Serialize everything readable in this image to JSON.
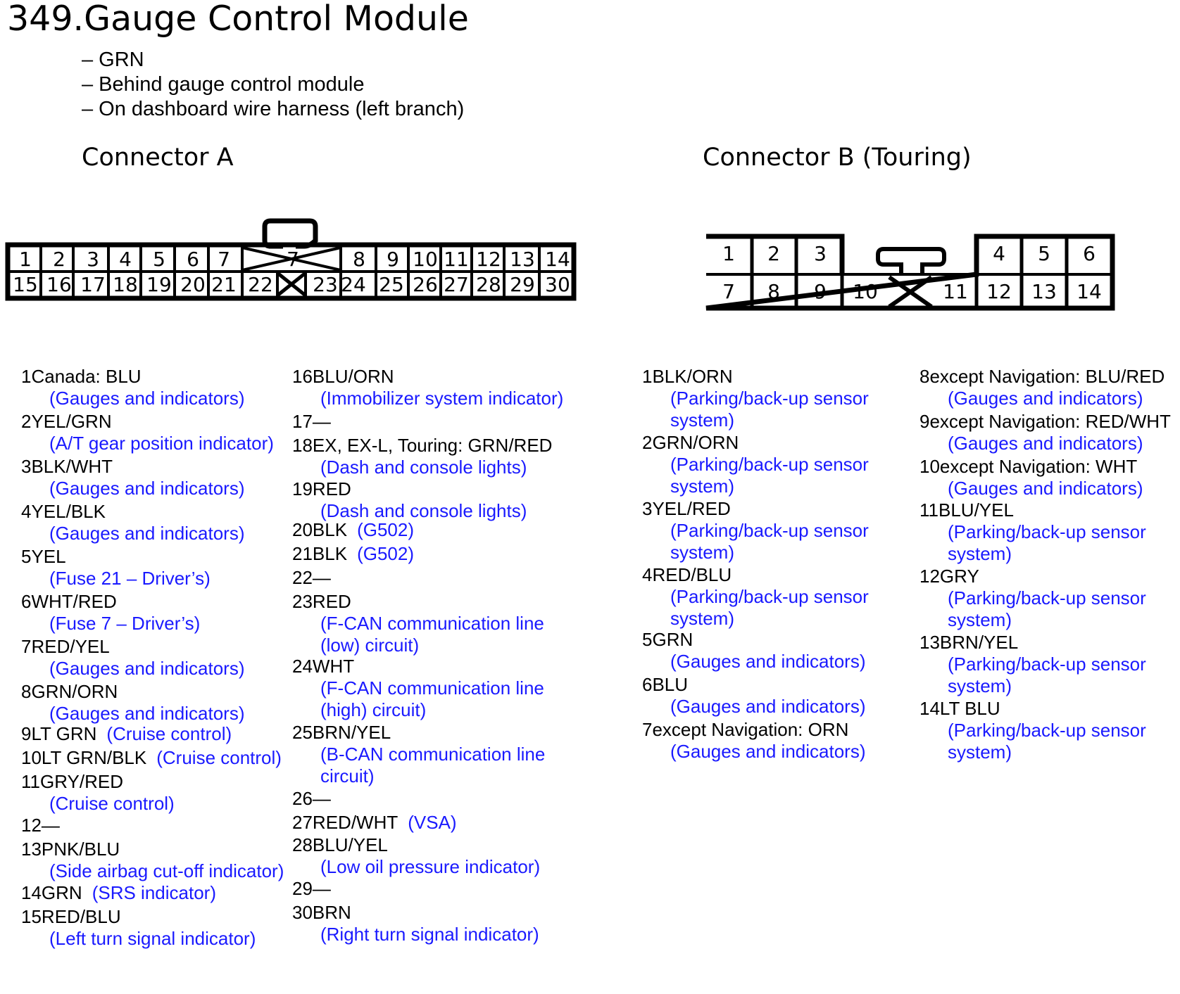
{
  "title": "349.Gauge Control Module",
  "notes": [
    "– GRN",
    "– Behind gauge control module",
    "– On dashboard wire harness (left branch)"
  ],
  "connector_a": {
    "title": "Connector A",
    "top_labels": [
      "1",
      "2",
      "3",
      "4",
      "5",
      "6",
      "7",
      "7",
      "8",
      "9",
      "10",
      "11",
      "12",
      "13",
      "14"
    ],
    "bottom_labels": [
      "15",
      "16",
      "17",
      "18",
      "19",
      "20",
      "21",
      "22",
      "23",
      "24",
      "25",
      "26",
      "27",
      "28",
      "29",
      "30"
    ]
  },
  "connector_b": {
    "title": "Connector B (Touring)",
    "top_labels": [
      "1",
      "2",
      "3",
      "4",
      "5",
      "6"
    ],
    "bottom_labels": [
      "7",
      "8",
      "9",
      "10",
      "11",
      "12",
      "13",
      "14"
    ]
  },
  "colors": {
    "description": "#1a1aff",
    "text": "#000000"
  },
  "columns": [
    [
      {
        "pin": "1",
        "wire": "Canada: BLU",
        "desc": "(Gauges and indicators)"
      },
      {
        "pin": "2",
        "wire": "YEL/GRN",
        "desc": "(A/T gear position indicator)"
      },
      {
        "pin": "3",
        "wire": "BLK/WHT",
        "desc": "(Gauges and indicators)"
      },
      {
        "pin": "4",
        "wire": "YEL/BLK",
        "desc": "(Gauges and indicators)"
      },
      {
        "pin": "5",
        "wire": "YEL",
        "desc": "(Fuse 21 – Driver’s)"
      },
      {
        "pin": "6",
        "wire": "WHT/RED",
        "desc": "(Fuse 7 – Driver’s)"
      },
      {
        "pin": "7",
        "wire": "RED/YEL",
        "desc": "(Gauges and indicators)"
      },
      {
        "pin": "8",
        "wire": "GRN/ORN",
        "desc": "(Gauges and indicators)"
      },
      {
        "pin": "9",
        "wire": "LT GRN",
        "desc": "(Cruise control)",
        "inline": true
      },
      {
        "pin": "10",
        "wire": "LT GRN/BLK",
        "desc": "(Cruise control)",
        "inline": true
      },
      {
        "pin": "11",
        "wire": "GRY/RED",
        "desc": "(Cruise control)"
      },
      {
        "pin": "12",
        "wire": "—",
        "desc": ""
      },
      {
        "pin": "13",
        "wire": "PNK/BLU",
        "desc": "(Side airbag cut-off indicator)"
      },
      {
        "pin": "14",
        "wire": "GRN",
        "desc": "(SRS indicator)",
        "inline": true
      },
      {
        "pin": "15",
        "wire": "RED/BLU",
        "desc": "(Left turn signal indicator)"
      }
    ],
    [
      {
        "pin": "16",
        "wire": "BLU/ORN",
        "desc": "(Immobilizer system indicator)"
      },
      {
        "pin": "17",
        "wire": "—",
        "desc": ""
      },
      {
        "pin": "18",
        "wire": "EX, EX-L, Touring: GRN/RED",
        "desc": "(Dash and console lights)"
      },
      {
        "pin": "19",
        "wire": "RED",
        "desc": "(Dash and console lights)"
      },
      {
        "pin": "20",
        "wire": "BLK",
        "desc": "(G502)",
        "inline": true
      },
      {
        "pin": "21",
        "wire": "BLK",
        "desc": "(G502)",
        "inline": true
      },
      {
        "pin": "22",
        "wire": "—",
        "desc": ""
      },
      {
        "pin": "23",
        "wire": "RED",
        "desc": "(F-CAN communication line\n(low) circuit)"
      },
      {
        "pin": "24",
        "wire": "WHT",
        "desc": "(F-CAN communication line\n(high) circuit)"
      },
      {
        "pin": "25",
        "wire": "BRN/YEL",
        "desc": "(B-CAN communication line\ncircuit)"
      },
      {
        "pin": "26",
        "wire": "—",
        "desc": ""
      },
      {
        "pin": "27",
        "wire": "RED/WHT",
        "desc": "(VSA)",
        "inline": true
      },
      {
        "pin": "28",
        "wire": "BLU/YEL",
        "desc": "(Low oil pressure indicator)"
      },
      {
        "pin": "29",
        "wire": "—",
        "desc": ""
      },
      {
        "pin": "30",
        "wire": "BRN",
        "desc": "(Right turn signal indicator)"
      }
    ],
    [
      {
        "pin": "1",
        "wire": "BLK/ORN",
        "desc": "(Parking/back-up sensor\nsystem)"
      },
      {
        "pin": "2",
        "wire": "GRN/ORN",
        "desc": "(Parking/back-up sensor\nsystem)"
      },
      {
        "pin": "3",
        "wire": "YEL/RED",
        "desc": "(Parking/back-up sensor\nsystem)"
      },
      {
        "pin": "4",
        "wire": "RED/BLU",
        "desc": "(Parking/back-up sensor\nsystem)"
      },
      {
        "pin": "5",
        "wire": "GRN",
        "desc": "(Gauges and indicators)"
      },
      {
        "pin": "6",
        "wire": "BLU",
        "desc": "(Gauges and indicators)"
      },
      {
        "pin": "7",
        "wire": "except Navigation: ORN",
        "desc": "(Gauges and indicators)"
      }
    ],
    [
      {
        "pin": "8",
        "wire": "except Navigation: BLU/RED",
        "desc": "(Gauges and indicators)"
      },
      {
        "pin": "9",
        "wire": "except Navigation: RED/WHT",
        "desc": "(Gauges and indicators)"
      },
      {
        "pin": "10",
        "wire": "except Navigation: WHT",
        "desc": "(Gauges and indicators)"
      },
      {
        "pin": "11",
        "wire": "BLU/YEL",
        "desc": "(Parking/back-up sensor\nsystem)"
      },
      {
        "pin": "12",
        "wire": "GRY",
        "desc": "(Parking/back-up sensor\nsystem)"
      },
      {
        "pin": "13",
        "wire": "BRN/YEL",
        "desc": "(Parking/back-up sensor\nsystem)"
      },
      {
        "pin": "14",
        "wire": "LT BLU",
        "desc": "(Parking/back-up sensor\nsystem)"
      }
    ]
  ]
}
